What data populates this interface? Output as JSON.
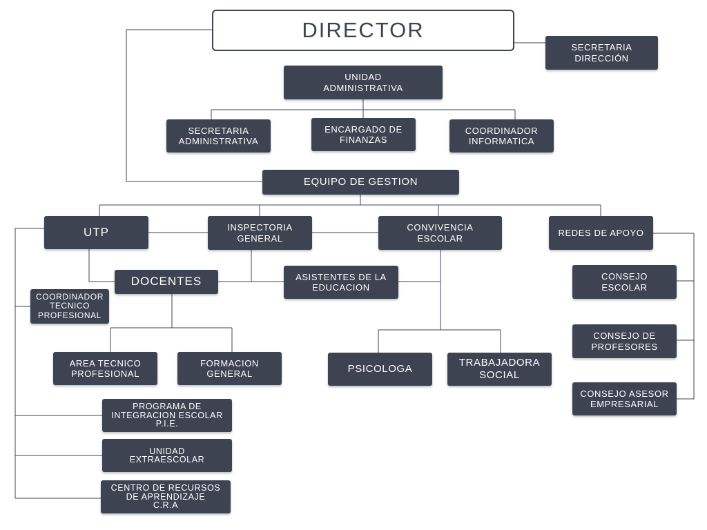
{
  "chart": {
    "nodes": {
      "director": "DIRECTOR",
      "secretaria_direccion": "SECRETARIA\nDIRECCIÓN",
      "unidad_administrativa": "UNIDAD\nADMINISTRATIVA",
      "secretaria_administrativa": "SECRETARIA\nADMINISTRATIVA",
      "encargado_finanzas": "ENCARGADO DE\nFINANZAS",
      "coordinador_informatica": "COORDINADOR\nINFORMATICA",
      "equipo_gestion": "EQUIPO DE GESTION",
      "utp": "UTP",
      "inspectoria_general": "INSPECTORIA\nGENERAL",
      "convivencia_escolar": "CONVIVENCIA\nESCOLAR",
      "redes_apoyo": "REDES DE APOYO",
      "docentes": "DOCENTES",
      "asistentes_educacion": "ASISTENTES DE LA\nEDUCACION",
      "coordinador_tecnico": "COORDINADOR\nTECNICO\nPROFESIONAL",
      "area_tecnico": "AREA TECNICO\nPROFESIONAL",
      "formacion_general": "FORMACION\nGENERAL",
      "psicologa": "PSICOLOGA",
      "trabajadora_social": "TRABAJADORA\nSOCIAL",
      "consejo_escolar": "CONSEJO\nESCOLAR",
      "consejo_profesores": "CONSEJO DE\nPROFESORES",
      "consejo_asesor": "CONSEJO ASESOR\nEMPRESARIAL",
      "pie": "PROGRAMA DE\nINTEGRACION ESCOLAR\nP.I.E.",
      "extraescolar": "UNIDAD\nEXTRAESCOLAR",
      "cra": "CENTRO DE RECURSOS\nDE APRENDIZAJE\nC.R.A"
    },
    "colors": {
      "box_fill": "#3d4350",
      "box_text": "#ffffff",
      "line": "#3d4350",
      "director_border": "#3d4350"
    }
  }
}
